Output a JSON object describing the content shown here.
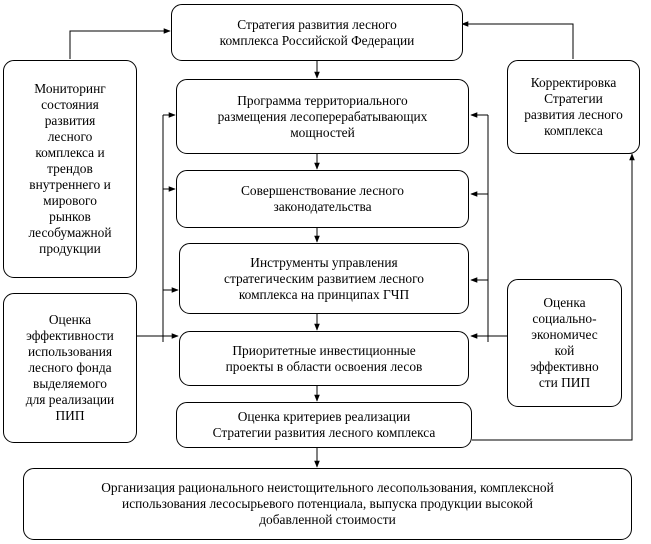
{
  "boxes": {
    "strategy": [
      "Стратегия развития лесного",
      "комплекса Российской Федерации"
    ],
    "program": [
      "Программа территориального",
      "размещения лесоперерабатывающих",
      "мощностей"
    ],
    "legislation": [
      "Совершенствование лесного",
      "законодательства"
    ],
    "instruments": [
      "Инструменты управления",
      "стратегическим развитием лесного",
      "комплекса на принципах ГЧП"
    ],
    "priority": [
      "Приоритетные инвестиционные",
      "проекты в области освоения лесов"
    ],
    "criteria": [
      "Оценка критериев реализации",
      "Стратегии развития лесного комплекса"
    ],
    "organization": [
      "Организация рационального неистощительного лесопользования, комплексной",
      "использования лесосырьевого потенциала, выпуска продукции высокой",
      "добавленной стоимости"
    ],
    "monitoring": [
      "Мониторинг",
      "состояния",
      "развития",
      "лесного",
      "комплекса и",
      "трендов",
      "внутреннего и",
      "мирового",
      "рынков",
      "лесобумажной",
      "продукции"
    ],
    "efficiency": [
      "Оценка",
      "эффективности",
      "использования",
      "лесного фонда",
      "выделяемого",
      "для реализации",
      "ПИП"
    ],
    "correction": [
      "Корректировка",
      "Стратегии",
      "развития лесного",
      "комплекса"
    ],
    "socio": [
      "Оценка",
      "социально-",
      "экономичес",
      "кой",
      "эффективно",
      "сти ПИП"
    ]
  }
}
